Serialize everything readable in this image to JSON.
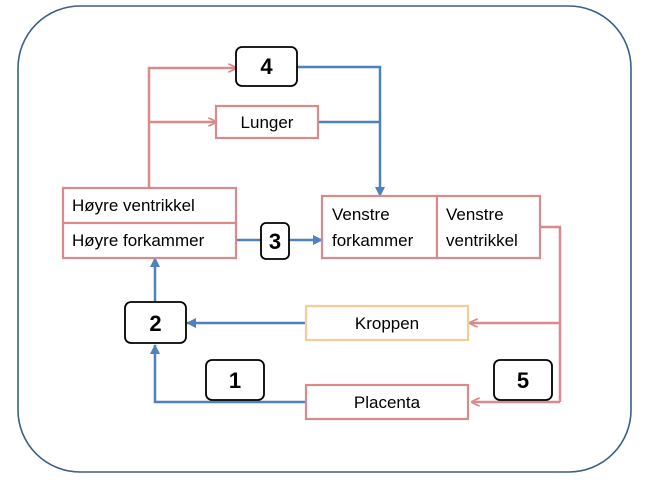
{
  "colors": {
    "frame": "#3a5f8a",
    "pink": "#d98b8b",
    "blue": "#4f81bd",
    "peach": "#f9cb9c",
    "numbox": "#000000"
  },
  "boxes": {
    "lunger": "Lunger",
    "hoyre_ventrikkel": "Høyre ventrikkel",
    "hoyre_forkammer": "Høyre forkammer",
    "venstre_forkammer_l1": "Venstre",
    "venstre_forkammer_l2": "forkammer",
    "venstre_ventrikkel_l1": "Venstre",
    "venstre_ventrikkel_l2": "ventrikkel",
    "kroppen": "Kroppen",
    "placenta": "Placenta"
  },
  "numbers": {
    "n1": "1",
    "n2": "2",
    "n3": "3",
    "n4": "4",
    "n5": "5"
  }
}
